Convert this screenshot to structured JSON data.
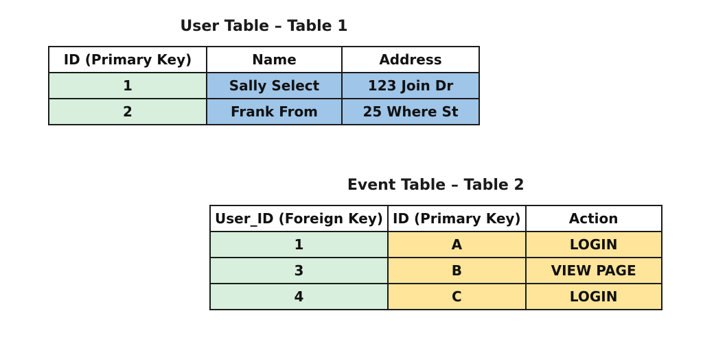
{
  "tables": [
    {
      "title": "User Table – Table 1",
      "headers": [
        "ID (Primary Key)",
        "Name",
        "Address"
      ],
      "rows": [
        [
          "1",
          "Sally Select",
          "123 Join Dr"
        ],
        [
          "2",
          "Frank From",
          "25 Where St"
        ]
      ]
    },
    {
      "title": "Event Table – Table 2",
      "headers": [
        "User_ID (Foreign Key)",
        "ID (Primary Key)",
        "Action"
      ],
      "rows": [
        [
          "1",
          "A",
          "LOGIN"
        ],
        [
          "3",
          "B",
          "VIEW PAGE"
        ],
        [
          "4",
          "C",
          "LOGIN"
        ]
      ]
    }
  ],
  "colors": {
    "key_green": "#d7efdc",
    "data_blue": "#9fc5e8",
    "data_yellow": "#ffe599",
    "header_white": "#ffffff",
    "border_color": "#1a1a1a"
  }
}
